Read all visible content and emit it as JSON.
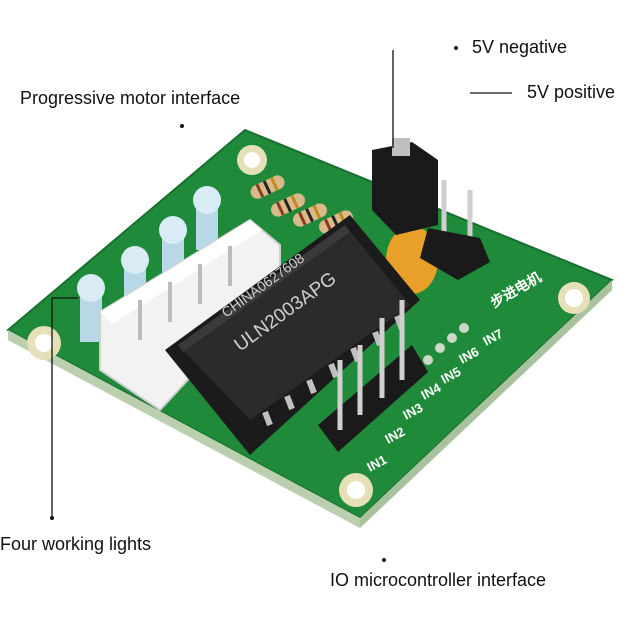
{
  "labels": {
    "progressive": "Progressive motor interface",
    "five_v_negative": "5V negative",
    "five_v_positive": "5V positive",
    "four_lights": "Four working lights",
    "io_interface": "IO microcontroller interface"
  },
  "chip": {
    "line1": "CHINA0627608",
    "line2": "ULN2003APG"
  },
  "pins": [
    "IN1",
    "IN2",
    "IN3",
    "IN4",
    "IN5",
    "IN6",
    "IN7"
  ],
  "board_chinese": "步进电机",
  "colors": {
    "pcb": "#1f8a3a",
    "pcb_edge": "#d8e8d0",
    "chip": "#2b2b2b",
    "connector": "#f2f2f2",
    "led": "#d9ecf5",
    "pad": "#e6e0b8"
  }
}
